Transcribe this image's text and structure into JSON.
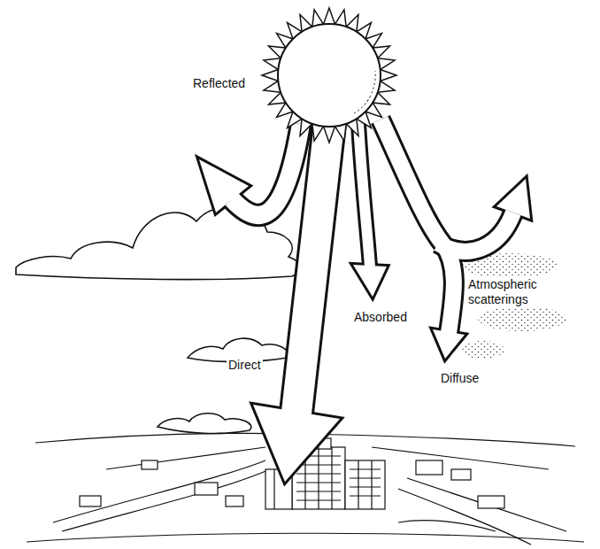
{
  "diagram": {
    "labels": [
      "Reflected",
      "Atmospheric scatterings",
      "Absorbed",
      "Direct",
      "Diffuse"
    ]
  }
}
